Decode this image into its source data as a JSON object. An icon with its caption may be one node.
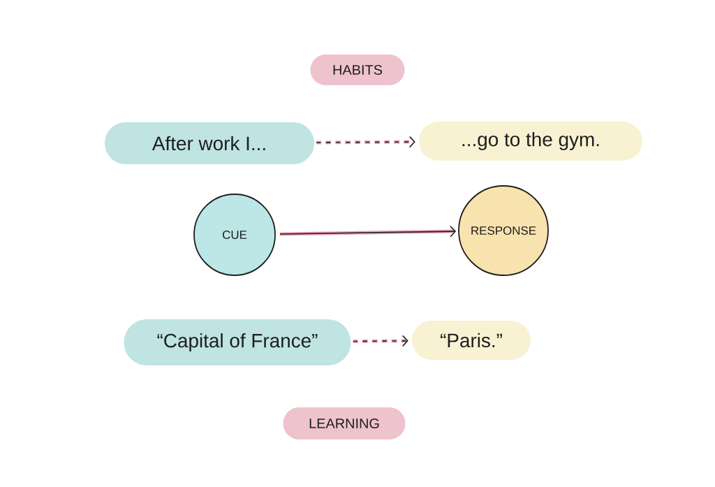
{
  "diagram": {
    "nodes": [
      {
        "text": [
          "HABITS"
        ]
      },
      {
        "text": [
          "After work I..."
        ]
      },
      {
        "text": [
          "...go to the gym."
        ]
      },
      {
        "text": [
          "CUE"
        ]
      },
      {
        "text": [
          "RESPONSE"
        ]
      },
      {
        "text": [
          "“Capital of France”"
        ]
      },
      {
        "text": [
          "“Paris.”"
        ]
      },
      {
        "text": [
          "LEARNING"
        ]
      }
    ],
    "edges": [
      {
        "from": 1,
        "to": 2,
        "arrow": "to",
        "style": "dashed"
      },
      {
        "from": 3,
        "to": 4,
        "arrow": "to"
      },
      {
        "from": 5,
        "to": 6,
        "arrow": "to",
        "style": "dashed"
      }
    ]
  }
}
